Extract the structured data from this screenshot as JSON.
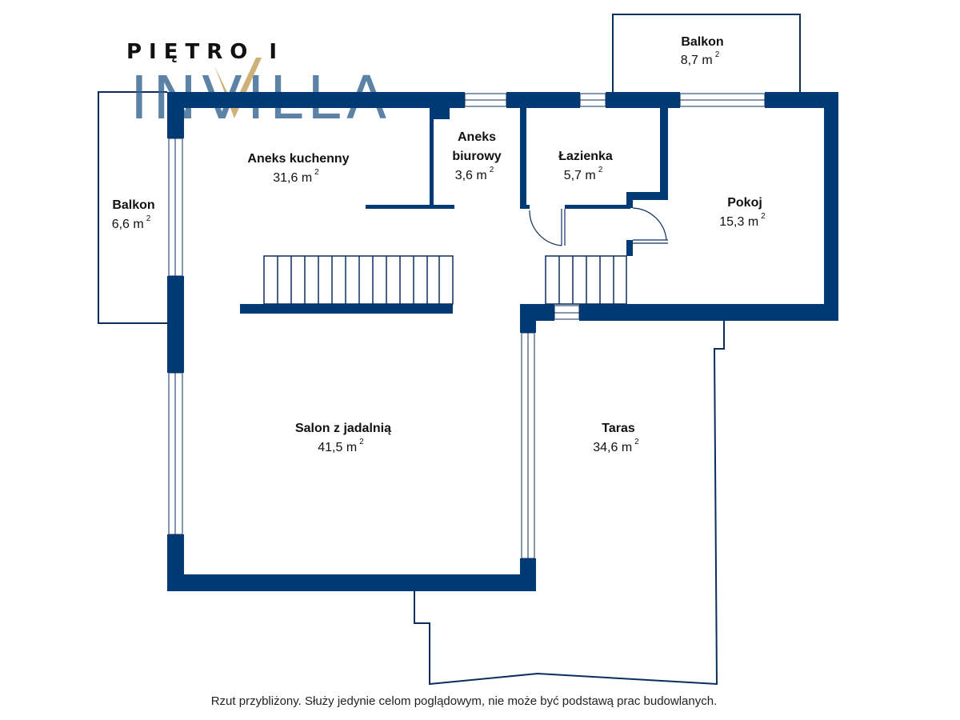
{
  "floor": {
    "title": "PIĘTRO I"
  },
  "brand": {
    "logo_text": "INVILLA"
  },
  "colors": {
    "wall": "#003a75",
    "outline": "#0b2f5c",
    "logo": "#2f5f8c",
    "accent": "#c9a86a"
  },
  "rooms": [
    {
      "name": "Aneks kuchenny",
      "area": "31,6 m",
      "unit_sup": "2"
    },
    {
      "name_line1": "Aneks",
      "name_line2": "biurowy",
      "area": "3,6 m",
      "unit_sup": "2"
    },
    {
      "name": "Łazienka",
      "area": "5,7 m",
      "unit_sup": "2"
    },
    {
      "name": "Pokoj",
      "area": "15,3 m",
      "unit_sup": "2"
    },
    {
      "name": "Salon z jadalnią",
      "area": "41,5 m",
      "unit_sup": "2"
    },
    {
      "name": "Taras",
      "area": "34,6 m",
      "unit_sup": "2"
    },
    {
      "name": "Balkon",
      "area": "6,6 m",
      "unit_sup": "2"
    },
    {
      "name": "Balkon",
      "area": "8,7 m",
      "unit_sup": "2"
    }
  ],
  "footnote": "Rzut przybliżony. Służy jedynie celom poglądowym, nie może być podstawą prac budowlanych."
}
